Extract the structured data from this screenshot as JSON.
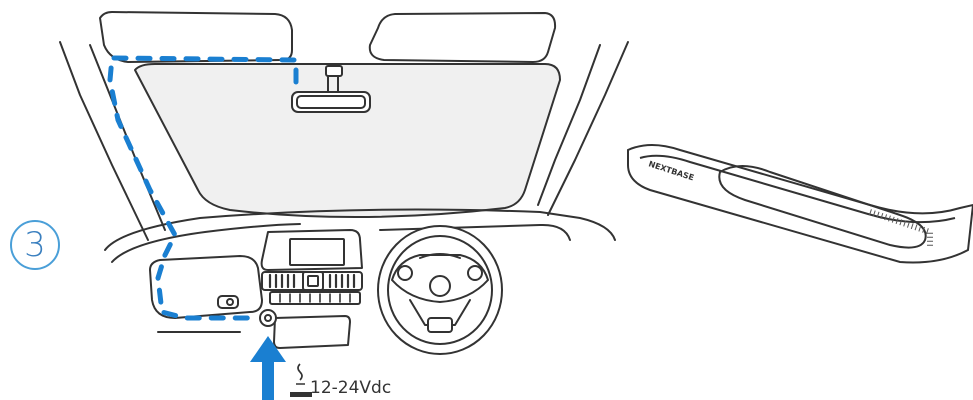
{
  "step": {
    "number": "3"
  },
  "power": {
    "voltage_label": "12-24Vdc"
  },
  "tool": {
    "brand_text": "NEXTBASE"
  },
  "colors": {
    "cable_route": "#1a7fd1",
    "arrow": "#1a7fd1",
    "line": "#333333",
    "glass": "#f0f0f0",
    "badge": "#4a9fd8"
  },
  "icons": {
    "power": "cigarette-lighter-icon",
    "arrow": "up-arrow-icon"
  }
}
